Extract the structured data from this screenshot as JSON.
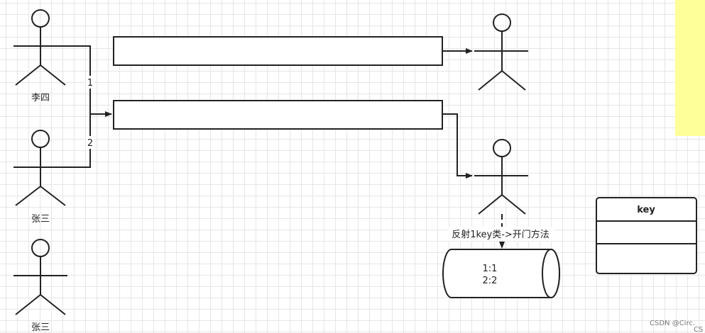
{
  "actors": {
    "li_si": "李四",
    "zhang_san_1": "张三",
    "zhang_san_2": "张三"
  },
  "edges": {
    "label_1": "1",
    "label_2": "2"
  },
  "note": {
    "reflection_text": "反射1key类->开门方法"
  },
  "database": {
    "line_1": "1:1",
    "line_2": "2:2"
  },
  "class_box": {
    "title": "key"
  },
  "watermark": {
    "text": "CSDN @Circ.",
    "edge_text": "CS"
  },
  "colors": {
    "line": "#222222",
    "sticky_note": "#ffff99",
    "grid": "#e6e6e6"
  }
}
